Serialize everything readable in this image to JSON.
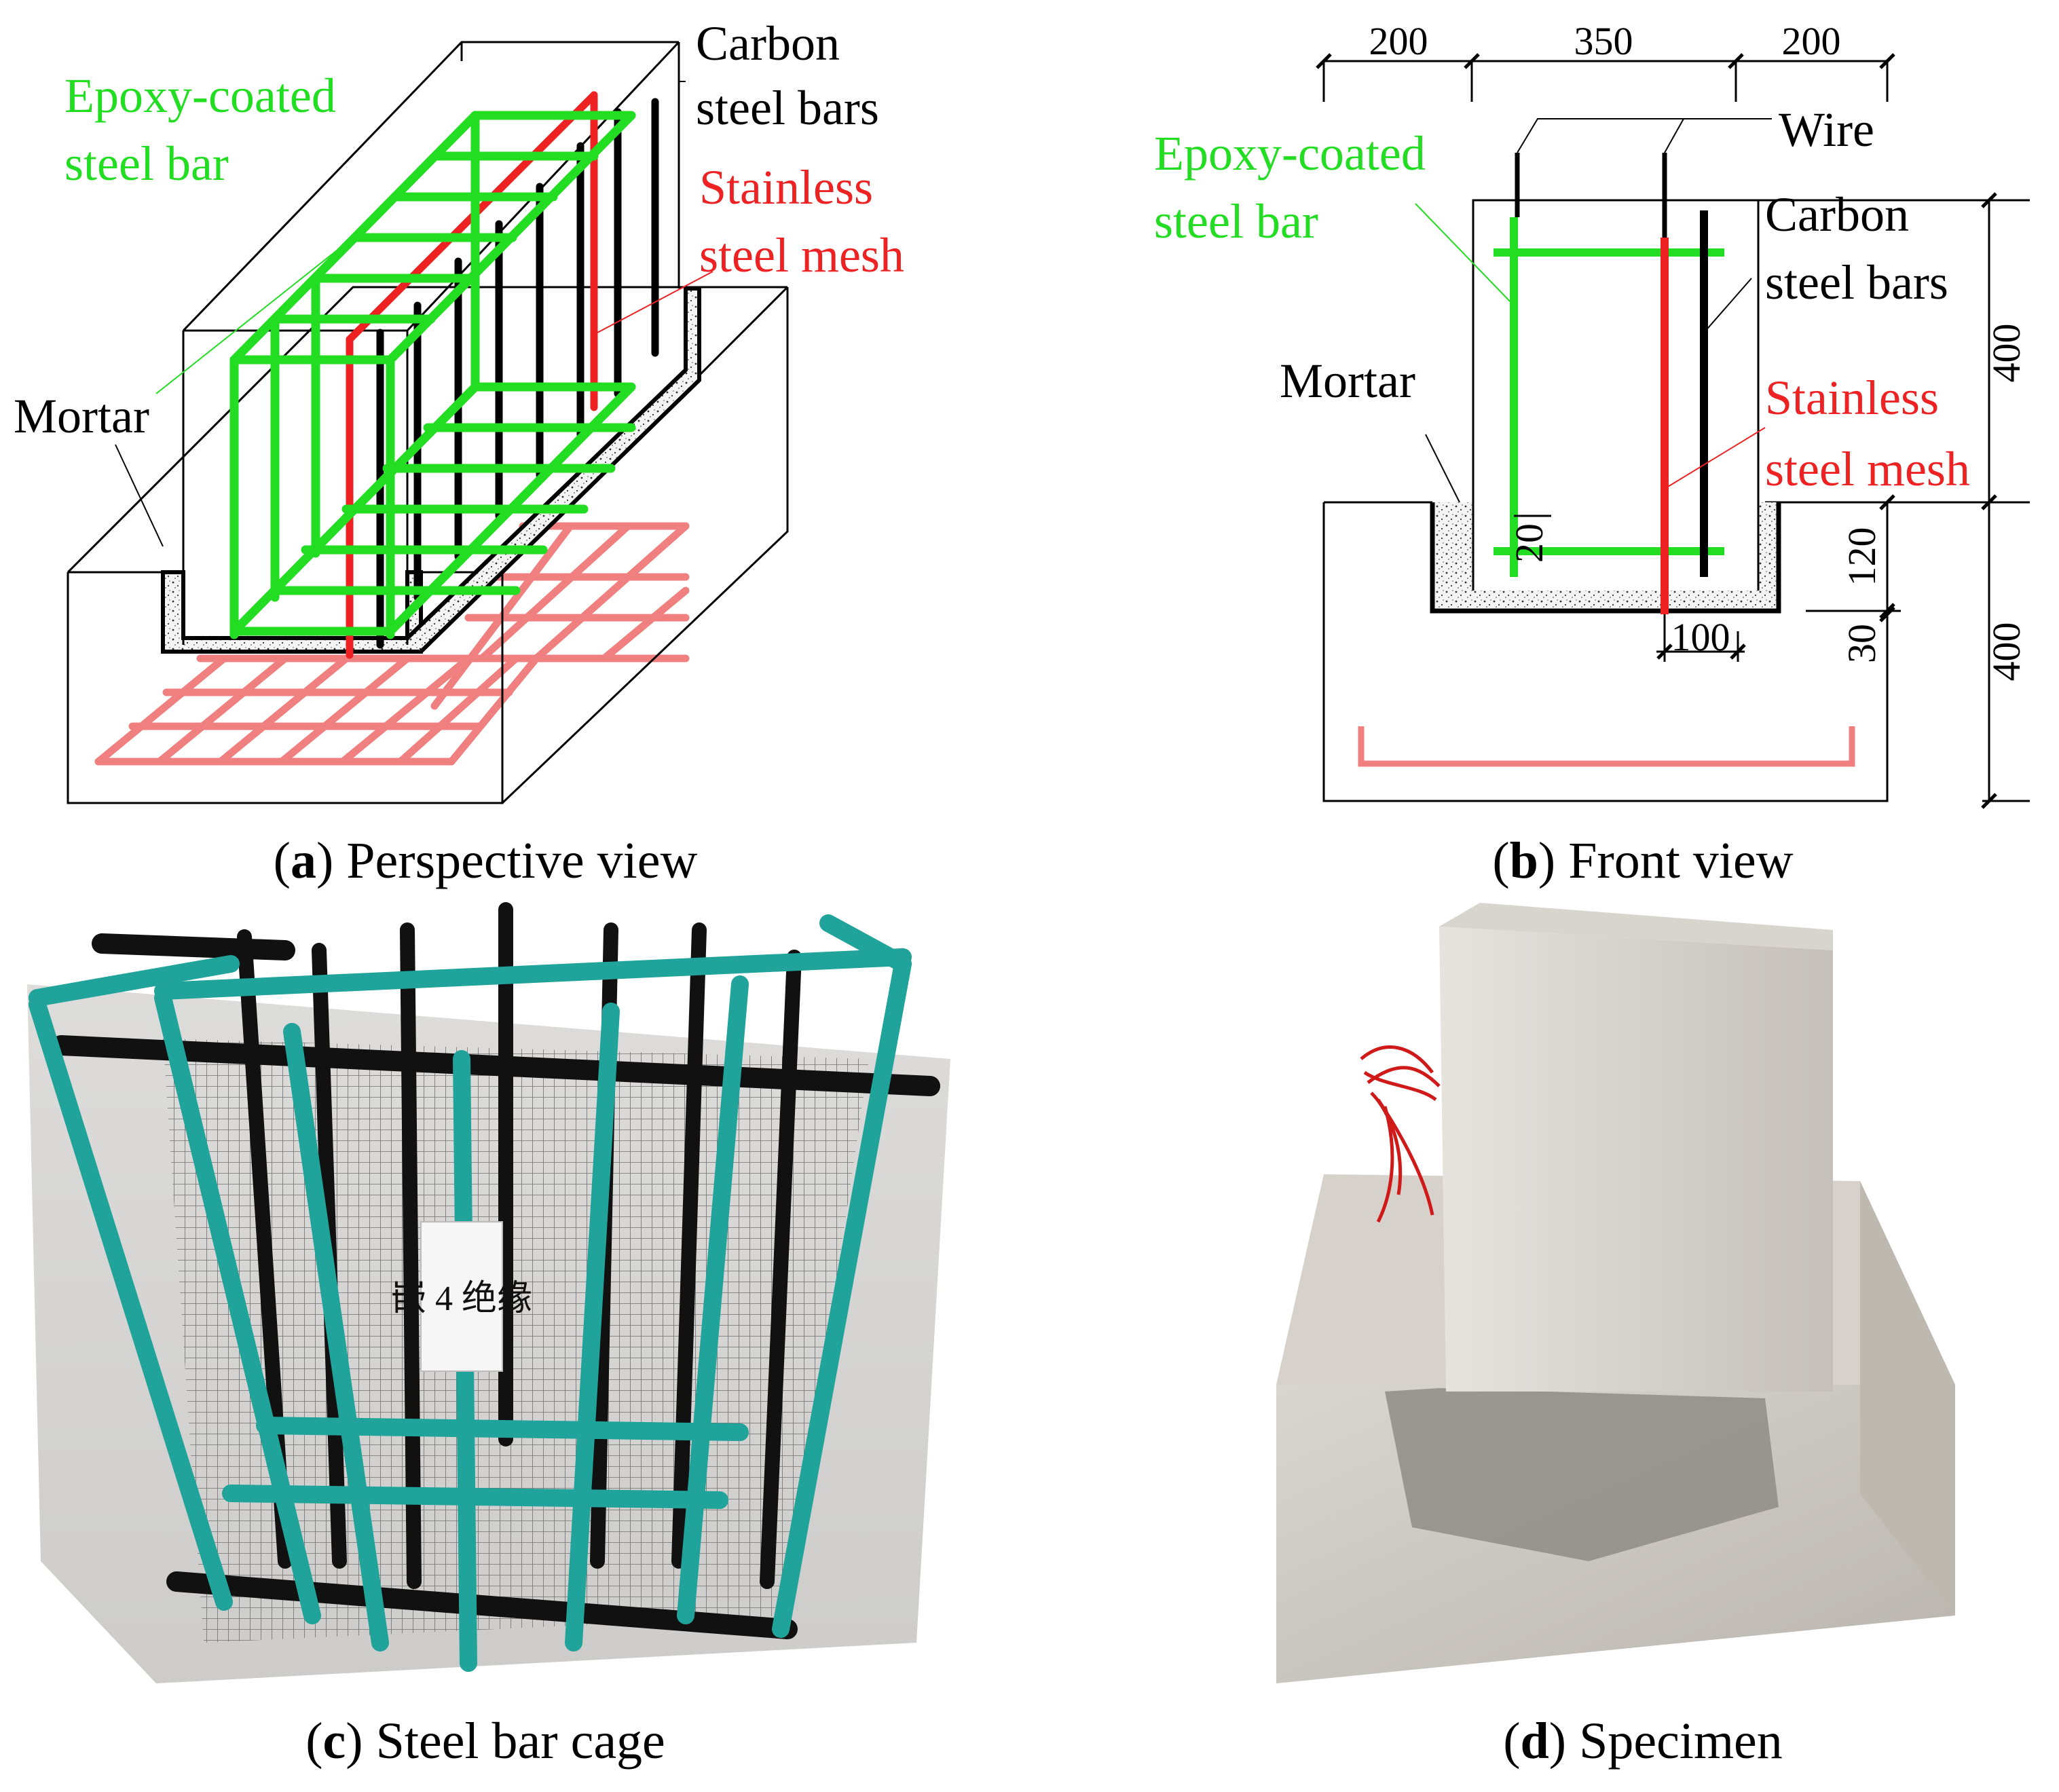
{
  "panel_a": {
    "caption_letter": "a",
    "caption_text": "Perspective view",
    "labels": {
      "epoxy_line1": "Epoxy-coated",
      "epoxy_line2": "steel bar",
      "carbon_line1": "Carbon",
      "carbon_line2": "steel bars",
      "stainless_line1": "Stainless",
      "stainless_line2": "steel mesh",
      "mortar": "Mortar"
    }
  },
  "panel_b": {
    "caption_letter": "b",
    "caption_text": "Front view",
    "labels": {
      "epoxy_line1": "Epoxy-coated",
      "epoxy_line2": "steel bar",
      "carbon_line1": "Carbon",
      "carbon_line2": "steel bars",
      "stainless_line1": "Stainless",
      "stainless_line2": "steel mesh",
      "mortar": "Mortar",
      "wire": "Wire"
    },
    "dimensions": {
      "top_left": "200",
      "top_mid": "350",
      "top_right": "200",
      "right_upper": "400",
      "right_lower": "400",
      "cover_120": "120",
      "cover_30": "30",
      "spacing_100": "100",
      "cover_20": "20"
    }
  },
  "panel_c": {
    "caption_letter": "c",
    "caption_text": "Steel bar cage",
    "tag_text": "嵌 4 绝缘"
  },
  "panel_d": {
    "caption_letter": "d",
    "caption_text": "Specimen"
  },
  "colors": {
    "epoxy_green": "#22dd22",
    "stainless_red": "#ee2222",
    "mesh_pink": "#f08080",
    "carbon_black": "#000000",
    "teal_bar": "#1fa39a",
    "concrete": "#c9c6c0"
  }
}
